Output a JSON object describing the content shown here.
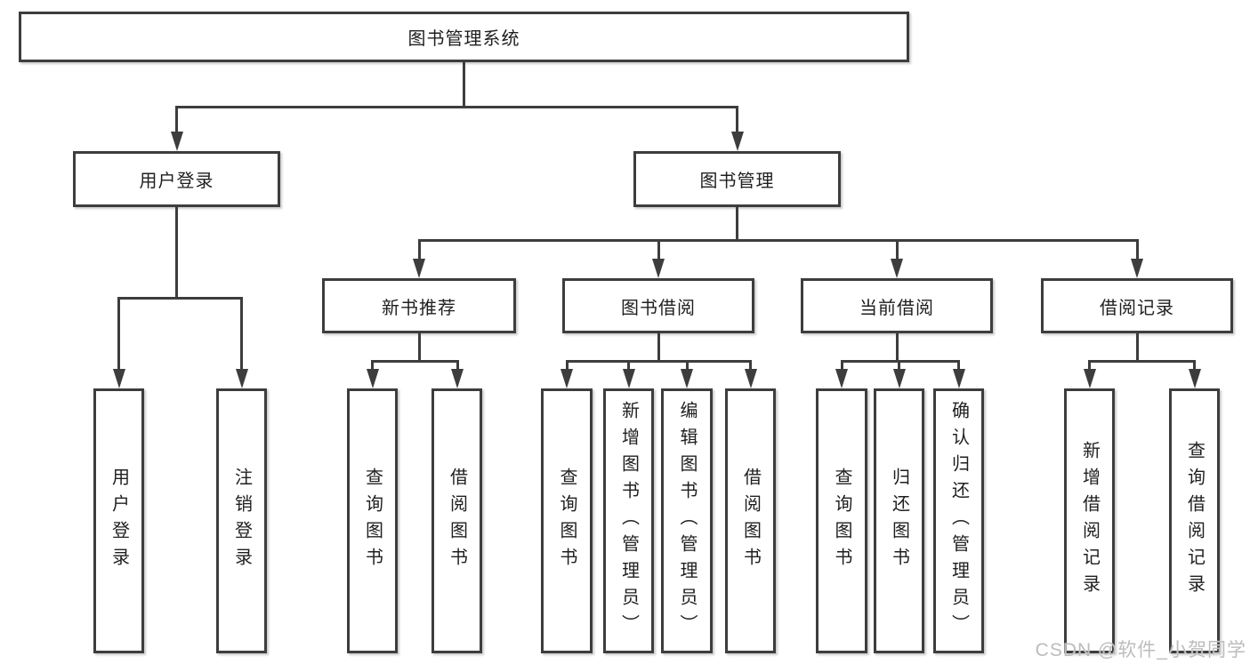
{
  "diagram_type": "hierarchy-tree",
  "nodes": {
    "root": "图书管理系统",
    "user_login": "用户登录",
    "book_mgmt": "图书管理",
    "new_book_rec": "新书推荐",
    "book_borrow": "图书借阅",
    "current_borrow": "当前借阅",
    "borrow_records": "借阅记录",
    "leaf_user_login": "用户登录",
    "leaf_logout": "注销登录",
    "leaf_query_books_a": "查询图书",
    "leaf_borrow_books_a": "借阅图书",
    "leaf_query_books_b": "查询图书",
    "leaf_add_books": "新增图书（管理员）",
    "leaf_edit_books": "编辑图书（管理员）",
    "leaf_borrow_books_b": "借阅图书",
    "leaf_query_books_c": "查询图书",
    "leaf_return_books": "归还图书",
    "leaf_confirm_return": "确认归还（管理员）",
    "leaf_add_borrow_record": "新增借阅记录",
    "leaf_query_borrow_record": "查询借阅记录"
  },
  "hierarchy": {
    "图书管理系统": {
      "用户登录": [
        "用户登录",
        "注销登录"
      ],
      "图书管理": {
        "新书推荐": [
          "查询图书",
          "借阅图书"
        ],
        "图书借阅": [
          "查询图书",
          "新增图书（管理员）",
          "编辑图书（管理员）",
          "借阅图书"
        ],
        "当前借阅": [
          "查询图书",
          "归还图书",
          "确认归还（管理员）"
        ],
        "借阅记录": [
          "新增借阅记录",
          "查询借阅记录"
        ]
      }
    }
  },
  "watermark": "CSDN @软件_小贺同学",
  "colors": {
    "line": "#3d3d3d",
    "text": "#1f1f1f",
    "watermark": "#bcbcbc",
    "background": "#ffffff"
  }
}
